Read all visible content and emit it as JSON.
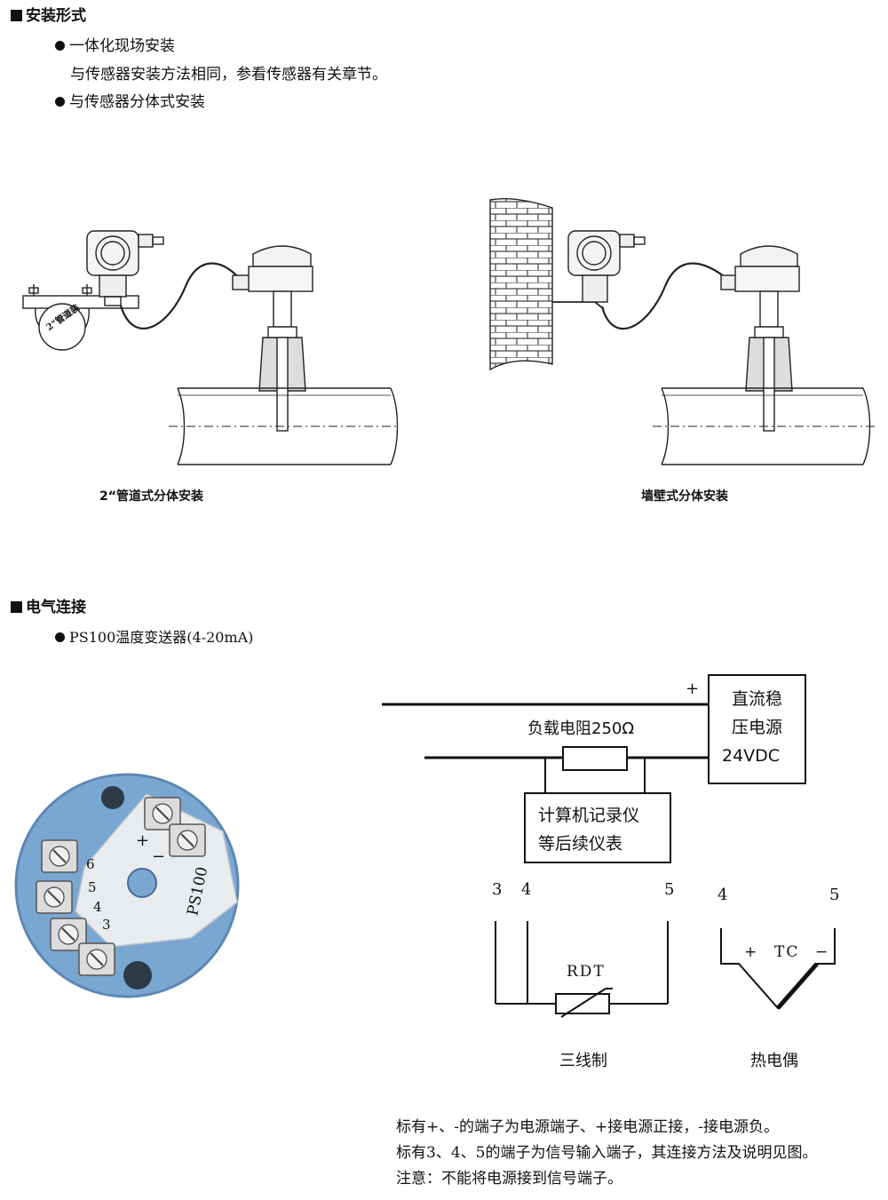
{
  "install": {
    "title": "安装形式",
    "b1_title": "一体化现场安装",
    "b1_desc": "与传感器安装方法相同，参看传感器有关章节。",
    "b2_title": "与传感器分体式安装",
    "fig_left_caption": "2“管道式分体安装",
    "fig_left_label": "2“管道装",
    "fig_right_caption": "墙壁式分体安装"
  },
  "electrical": {
    "title": "电气连接",
    "b1_title": "PS100温度变送器(4-20mA)",
    "module_model": "PS100",
    "module_term_labels": [
      "+",
      "−",
      "6",
      "5",
      "4",
      "3"
    ],
    "plus": "+",
    "load_label": "负载电阻250Ω",
    "psu": [
      "直流稳",
      "压电源",
      "24VDC"
    ],
    "recorder": [
      "计算机记录仪",
      "等后续仪表"
    ],
    "rtd_terms": [
      "3",
      "4",
      "5"
    ],
    "rtd_label": "RDT",
    "rtd_caption": "三线制",
    "tc_terms": [
      "4",
      "5"
    ],
    "tc_plus": "+",
    "tc_label": "TC",
    "tc_minus": "−",
    "tc_caption": "热电偶"
  },
  "notes": [
    "标有+、-的端子为电源端子、+接电源正接，-接电源负。",
    "标有3、4、5的端子为信号输入端子，其连接方法及说明见图。",
    "注意：不能将电源接到信号端子。"
  ],
  "colors": {
    "module_blue": "#7aa6d2",
    "module_plate": "#e9ecef",
    "line": "#111111"
  }
}
